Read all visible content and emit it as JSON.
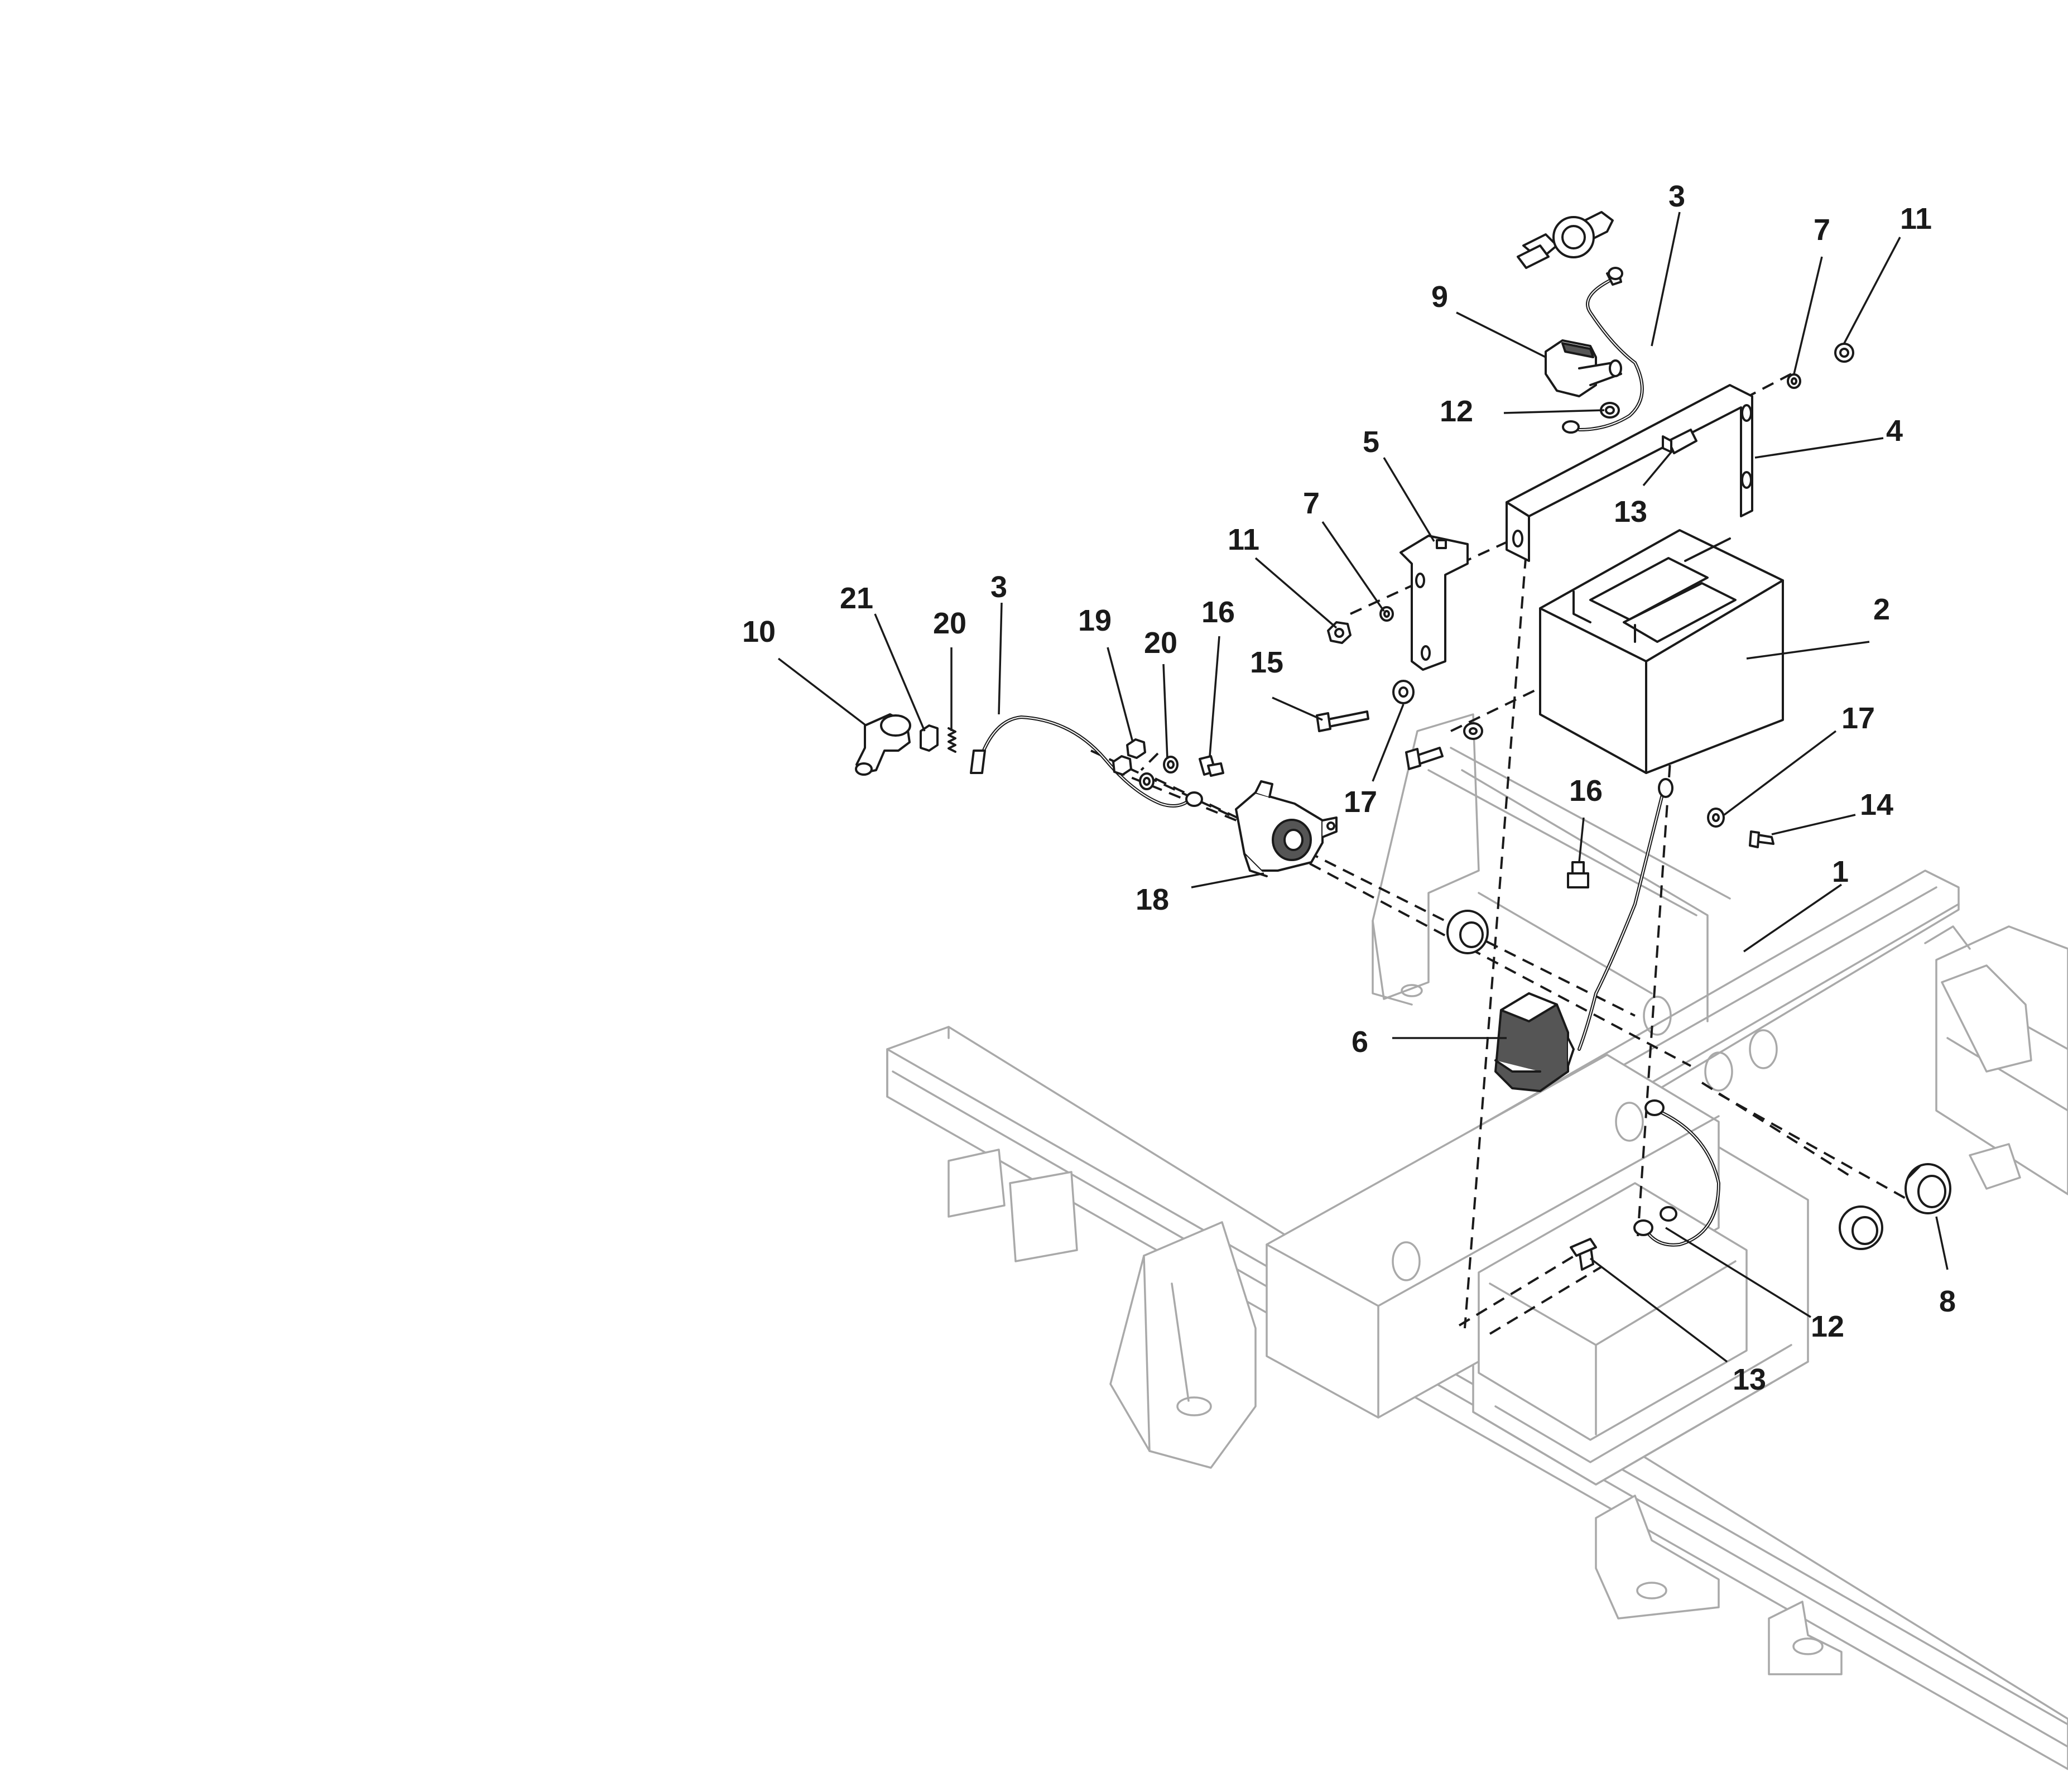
{
  "callouts": [
    {
      "id": "c1",
      "label": "1"
    },
    {
      "id": "c2",
      "label": "2"
    },
    {
      "id": "c3a",
      "label": "3"
    },
    {
      "id": "c3b",
      "label": "3"
    },
    {
      "id": "c4",
      "label": "4"
    },
    {
      "id": "c5",
      "label": "5"
    },
    {
      "id": "c6",
      "label": "6"
    },
    {
      "id": "c7a",
      "label": "7"
    },
    {
      "id": "c7b",
      "label": "7"
    },
    {
      "id": "c8",
      "label": "8"
    },
    {
      "id": "c9",
      "label": "9"
    },
    {
      "id": "c10",
      "label": "10"
    },
    {
      "id": "c11a",
      "label": "11"
    },
    {
      "id": "c11b",
      "label": "11"
    },
    {
      "id": "c12a",
      "label": "12"
    },
    {
      "id": "c12b",
      "label": "12"
    },
    {
      "id": "c13a",
      "label": "13"
    },
    {
      "id": "c13b",
      "label": "13"
    },
    {
      "id": "c14",
      "label": "14"
    },
    {
      "id": "c15",
      "label": "15"
    },
    {
      "id": "c16a",
      "label": "16"
    },
    {
      "id": "c16b",
      "label": "16"
    },
    {
      "id": "c17a",
      "label": "17"
    },
    {
      "id": "c17b",
      "label": "17"
    },
    {
      "id": "c18",
      "label": "18"
    },
    {
      "id": "c19",
      "label": "19"
    },
    {
      "id": "c20a",
      "label": "20"
    },
    {
      "id": "c20b",
      "label": "20"
    },
    {
      "id": "c21",
      "label": "21"
    }
  ],
  "colors": {
    "line": "#1a1a1a",
    "frame": "#a9a9a9",
    "background": "#ffffff"
  }
}
